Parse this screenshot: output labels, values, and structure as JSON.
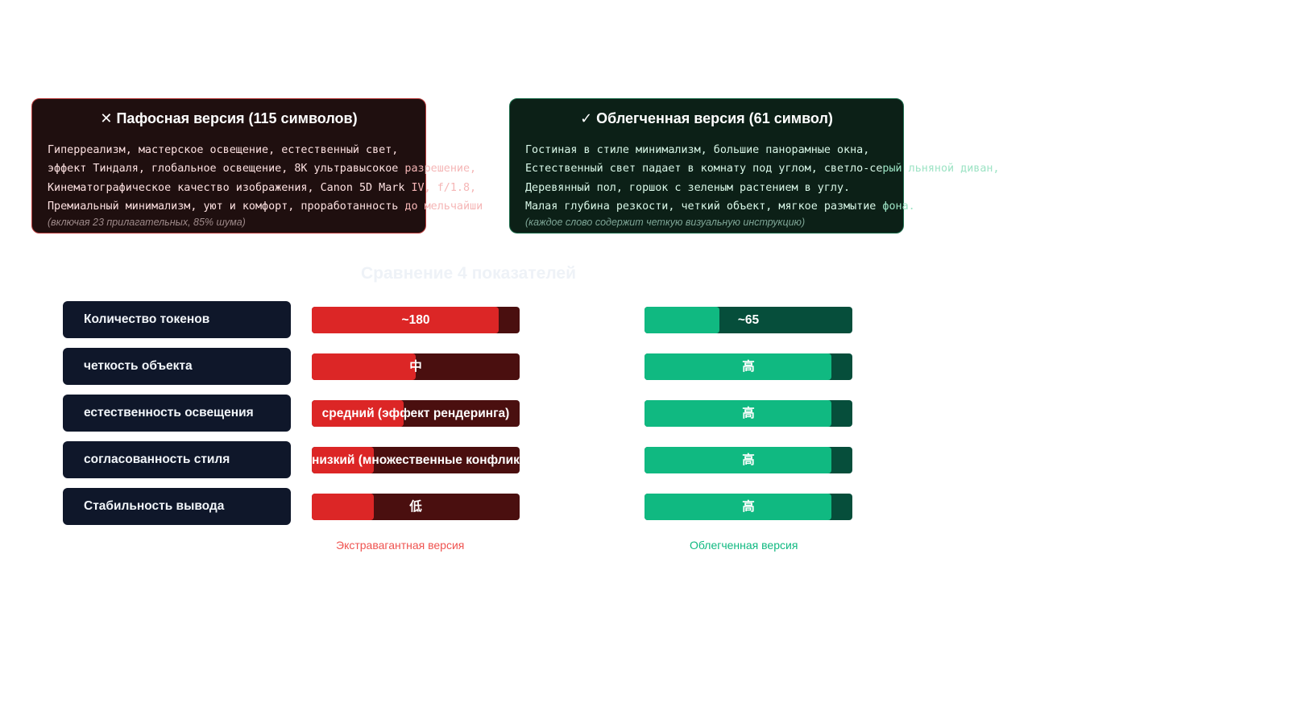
{
  "cards": {
    "bad": {
      "title": "✕ Пафосная версия (115 символов)",
      "lines": [
        {
          "main": "Гиперреализм, мастерское освещение, естественный свет,",
          "overflow": ""
        },
        {
          "main": "эффект Тиндаля, глобальное освещение, 8K ультравысокое ",
          "overflow": "разрешение,"
        },
        {
          "main": "Кинематографическое качество изображения, Canon 5D Mark",
          "overflow": " IV, f/1.8,"
        },
        {
          "main": "Премиальный минимализм, уют и комфорт, проработанность ",
          "overflow": "до мельчайши"
        }
      ],
      "note": "(включая 23 прилагательных, 85% шума)"
    },
    "good": {
      "title": "✓ Облегченная версия (61 символ)",
      "lines": [
        {
          "main": "Гостиная в стиле минимализм, большие панорамные окна,",
          "overflow": ""
        },
        {
          "main": "Естественный свет падает в комнату под углом, светло-се",
          "overflow": "рый льняной диван,"
        },
        {
          "main": "Деревянный пол, горшок с зеленым растением в углу.",
          "overflow": ""
        },
        {
          "main": "Малая глубина резкости, четкий объект, мягкое размытие ",
          "overflow": "фона."
        }
      ],
      "note": "(каждое слово содержит четкую визуальную инструкцию)"
    }
  },
  "section_title": "Сравнение 4 показателей",
  "rows": [
    {
      "label": "Количество токенов",
      "bad_text": "~180",
      "bad_level": 0.9,
      "good_text": "~65",
      "good_level": 0.36
    },
    {
      "label": "четкость объекта",
      "bad_text": "中",
      "bad_level": 0.5,
      "good_text": "高",
      "good_level": 0.9
    },
    {
      "label": "естественность освещения",
      "bad_text": "средний (эффект рендеринга)",
      "bad_level": 0.44,
      "good_text": "高",
      "good_level": 0.9
    },
    {
      "label": "согласованность стиля",
      "bad_text": "низкий (множественные конфликты)",
      "bad_level": 0.3,
      "good_text": "高",
      "good_level": 0.9
    },
    {
      "label": "Стабильность вывода",
      "bad_text": "低",
      "bad_level": 0.3,
      "good_text": "高",
      "good_level": 0.9
    }
  ],
  "legend": {
    "bad": "Экстравагантная версия",
    "good": "Облегченная версия"
  },
  "colors": {
    "bad_fill": "#dc2626",
    "bad_track": "#4a0f0f",
    "good_fill": "#10b981",
    "good_track": "#064e3b",
    "label_bg": "#0f172a"
  }
}
